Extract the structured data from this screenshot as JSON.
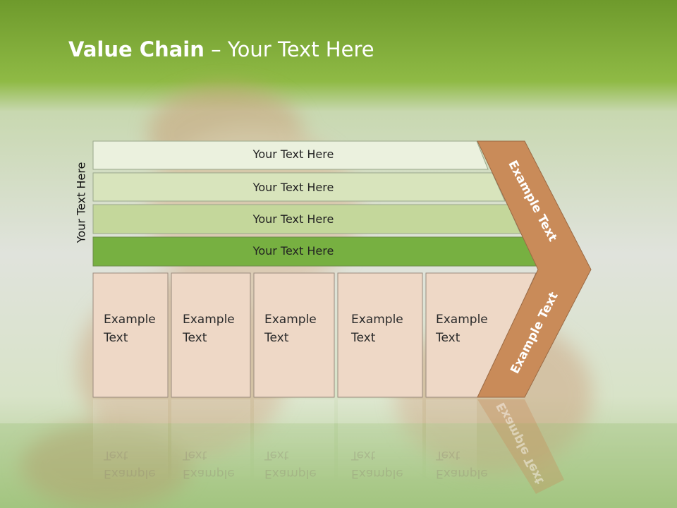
{
  "title": {
    "bold": "Value Chain",
    "rest": " – Your Text Here"
  },
  "side_label": "Your Text Here",
  "rows": [
    {
      "label": "Your Text Here"
    },
    {
      "label": "Your Text Here"
    },
    {
      "label": "Your Text Here"
    },
    {
      "label": "Your Text Here"
    }
  ],
  "boxes": [
    {
      "label": "Example\nText"
    },
    {
      "label": "Example\nText"
    },
    {
      "label": "Example\nText"
    },
    {
      "label": "Example\nText"
    },
    {
      "label": "Example\nText"
    }
  ],
  "chevron": {
    "upper": "Example Text",
    "lower": "Example Text"
  },
  "colors": {
    "header_green": "#8ab43e",
    "row_1": "#ebf1de",
    "row_2": "#d8e4bc",
    "row_3": "#c4d79b",
    "row_4": "#77b041",
    "box_fill": "#eed8c6",
    "chevron": "#c98b59"
  }
}
